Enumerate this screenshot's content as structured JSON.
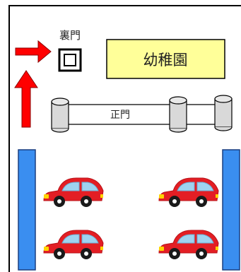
{
  "labels": {
    "kindergarten": "幼稚園",
    "back_gate": "裏門",
    "main_gate": "正門"
  },
  "colors": {
    "kindergarten_fill": "#ffff99",
    "arrow_red": "#ff0000",
    "pillar_fill": "#d9d9d9",
    "parking_bar": "#3a8ef0",
    "car_body": "#e31e24",
    "car_window": "#9fd3f0",
    "headlight": "#ffd400",
    "wheel": "#1a1a1a"
  },
  "icons": {
    "back_gate_marker": "square-gate-icon",
    "direction_arrows": "red-arrow-icon",
    "vehicles": "car-icon"
  }
}
